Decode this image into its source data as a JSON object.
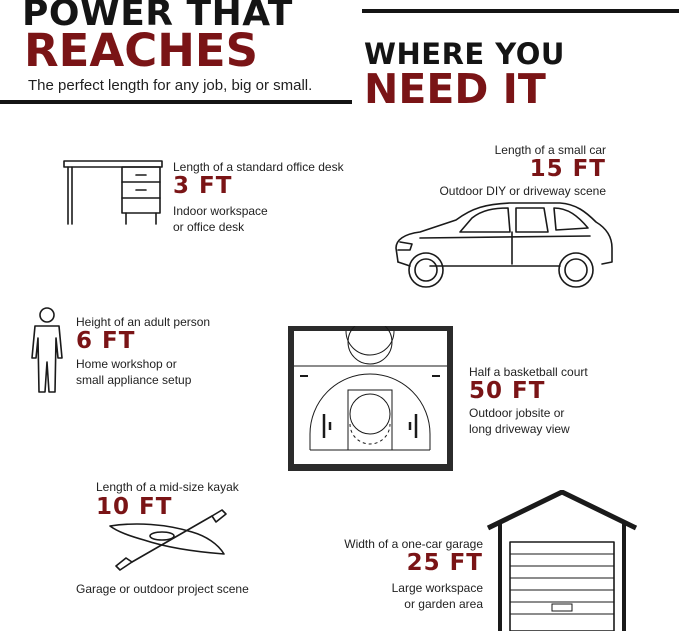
{
  "header": {
    "line1": "POWER THAT",
    "line2": "REACHES",
    "tagline": "The perfect length for any job, big or small.",
    "right1": "WHERE YOU",
    "right2": "NEED IT"
  },
  "items": {
    "desk": {
      "caption": "Length of a standard office desk",
      "length": "3 FT",
      "desc1": "Indoor workspace",
      "desc2": "or office desk",
      "icon": "desk-icon"
    },
    "car": {
      "caption": "Length of a small car",
      "length": "15 FT",
      "desc1": "Outdoor DIY or driveway scene",
      "icon": "car-icon"
    },
    "person": {
      "caption": "Height of an adult person",
      "length": "6 FT",
      "desc1": "Home workshop or",
      "desc2": "small appliance setup",
      "icon": "person-icon"
    },
    "court": {
      "caption": "Half a basketball court",
      "length": "50 FT",
      "desc1": "Outdoor jobsite or",
      "desc2": "long driveway view",
      "icon": "basketball-court-icon"
    },
    "kayak": {
      "caption": "Length of a mid-size kayak",
      "length": "10 FT",
      "desc1": "Garage or outdoor project scene",
      "icon": "kayak-icon"
    },
    "garage": {
      "caption": "Width of a one-car garage",
      "length": "25 FT",
      "desc1": "Large workspace",
      "desc2": "or garden area",
      "icon": "garage-icon"
    }
  },
  "colors": {
    "accent": "#7a1416",
    "ink": "#141414",
    "court": "#2b2b2b"
  }
}
